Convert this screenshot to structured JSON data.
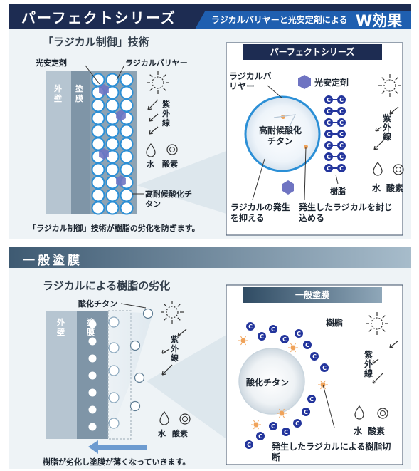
{
  "perfect": {
    "header_title": "パーフェクトシリーズ",
    "header_subtitle": "ラジカルバリヤーと光安定剤による",
    "header_effect": "W効果",
    "section_title": "「ラジカル制御」技術",
    "label_light_stabilizer": "光安定剤",
    "label_radical_barrier": "ラジカルバリヤー",
    "label_outer_wall": "外壁",
    "label_coating": "塗膜",
    "label_uv": "紫外線",
    "label_water": "水",
    "label_oxygen": "酸素",
    "label_titanium": "高耐候酸化チタン",
    "caption": "「ラジカル制御」技術が樹脂の劣化を防ぎます。",
    "box_title": "パーフェクトシリーズ",
    "box_radical_barrier": "ラジカルバリヤー",
    "box_light_stabilizer": "光安定剤",
    "box_titanium": "高耐候酸化チタン",
    "box_resin": "樹脂",
    "box_uv": "紫外線",
    "box_water": "水",
    "box_oxygen": "酸素",
    "box_suppress": "ラジカルの発生を抑える",
    "box_confine": "発生したラジカルを封じ込める"
  },
  "general": {
    "header_title": "一般塗膜",
    "section_title": "ラジカルによる樹脂の劣化",
    "label_titanium": "酸化チタン",
    "label_outer_wall": "外壁",
    "label_coating": "塗膜",
    "label_uv": "紫外線",
    "label_water": "水",
    "label_oxygen": "酸素",
    "caption": "樹脂が劣化し塗膜が薄くなっていきます。",
    "box_title": "一般塗膜",
    "box_resin": "樹脂",
    "box_titanium": "酸化チタン",
    "box_uv": "紫外線",
    "box_water": "水",
    "box_oxygen": "酸素",
    "box_cut": "発生したラジカルによる樹脂切断"
  },
  "colors": {
    "navy": "#1d2c52",
    "blue": "#1f5fb0",
    "barrier_blue": "#2b8fd6",
    "stabilizer_purple": "#6f74c2",
    "resin_blue": "#22349c",
    "radical_orange": "#f0a35a"
  }
}
